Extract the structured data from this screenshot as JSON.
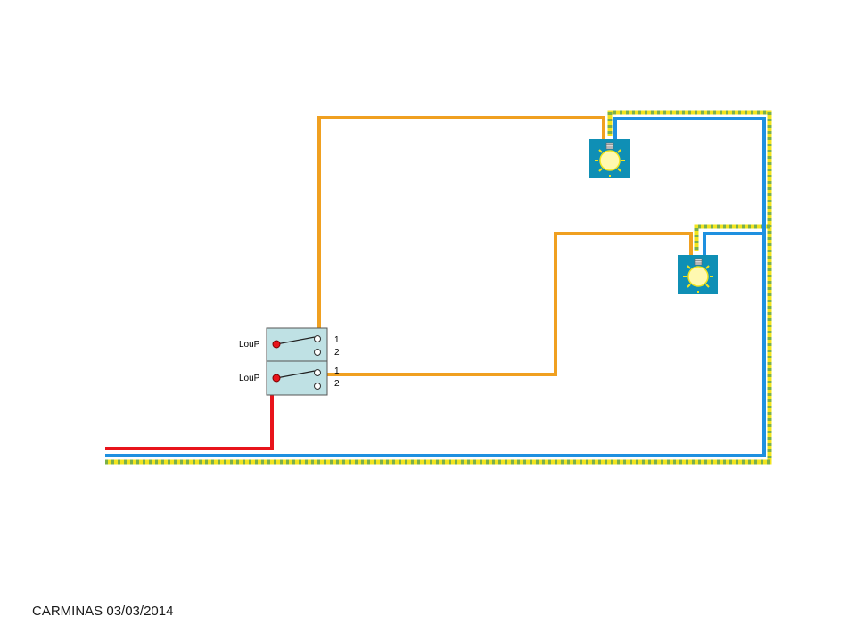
{
  "colors": {
    "phase": "#e8141b",
    "neutral": "#1e90e0",
    "earth": "#f2e41e",
    "switched": "#f0a020",
    "switch_body": "#bfe1e4",
    "lamp_box": "#0f8fb5",
    "lamp_glow": "#fff6a0"
  },
  "switches": [
    {
      "label": "LouP",
      "pos1": "1",
      "pos2": "2"
    },
    {
      "label": "LouP",
      "pos1": "1",
      "pos2": "2"
    }
  ],
  "lamps": [
    {
      "icon": "light-bulb-icon"
    },
    {
      "icon": "light-bulb-icon"
    }
  ],
  "footer": {
    "author": "CARMINAS",
    "date": "03/03/2014"
  }
}
